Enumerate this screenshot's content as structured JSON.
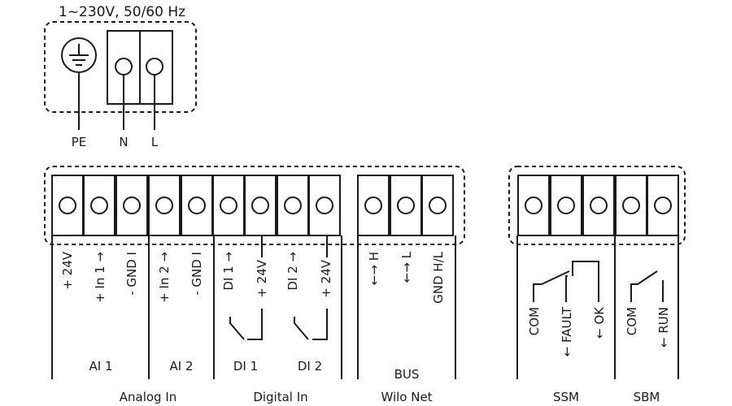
{
  "power": {
    "supply_label": "1~230V, 50/60 Hz",
    "terminals": [
      "PE",
      "N",
      "L"
    ]
  },
  "control_block": {
    "terminal_labels": [
      "+ 24V",
      "+ In 1 →",
      "- GND I",
      "+ In 2 →",
      "- GND I",
      "DI 1 →",
      "+ 24V",
      "DI 2 →",
      "+ 24V",
      "←→ H",
      "←→ L",
      "GND H/L"
    ],
    "groups": {
      "ai1": "AI 1",
      "ai2": "AI 2",
      "di1": "DI 1",
      "di2": "DI 2",
      "bus": "BUS"
    },
    "sections": {
      "analog_in": "Analog In",
      "digital_in": "Digital In",
      "wilo_net": "Wilo Net"
    }
  },
  "relay_block": {
    "terminal_labels": [
      "COM",
      "← FAULT",
      "← OK",
      "COM",
      "← RUN"
    ],
    "sections": {
      "ssm": "SSM",
      "sbm": "SBM"
    }
  }
}
